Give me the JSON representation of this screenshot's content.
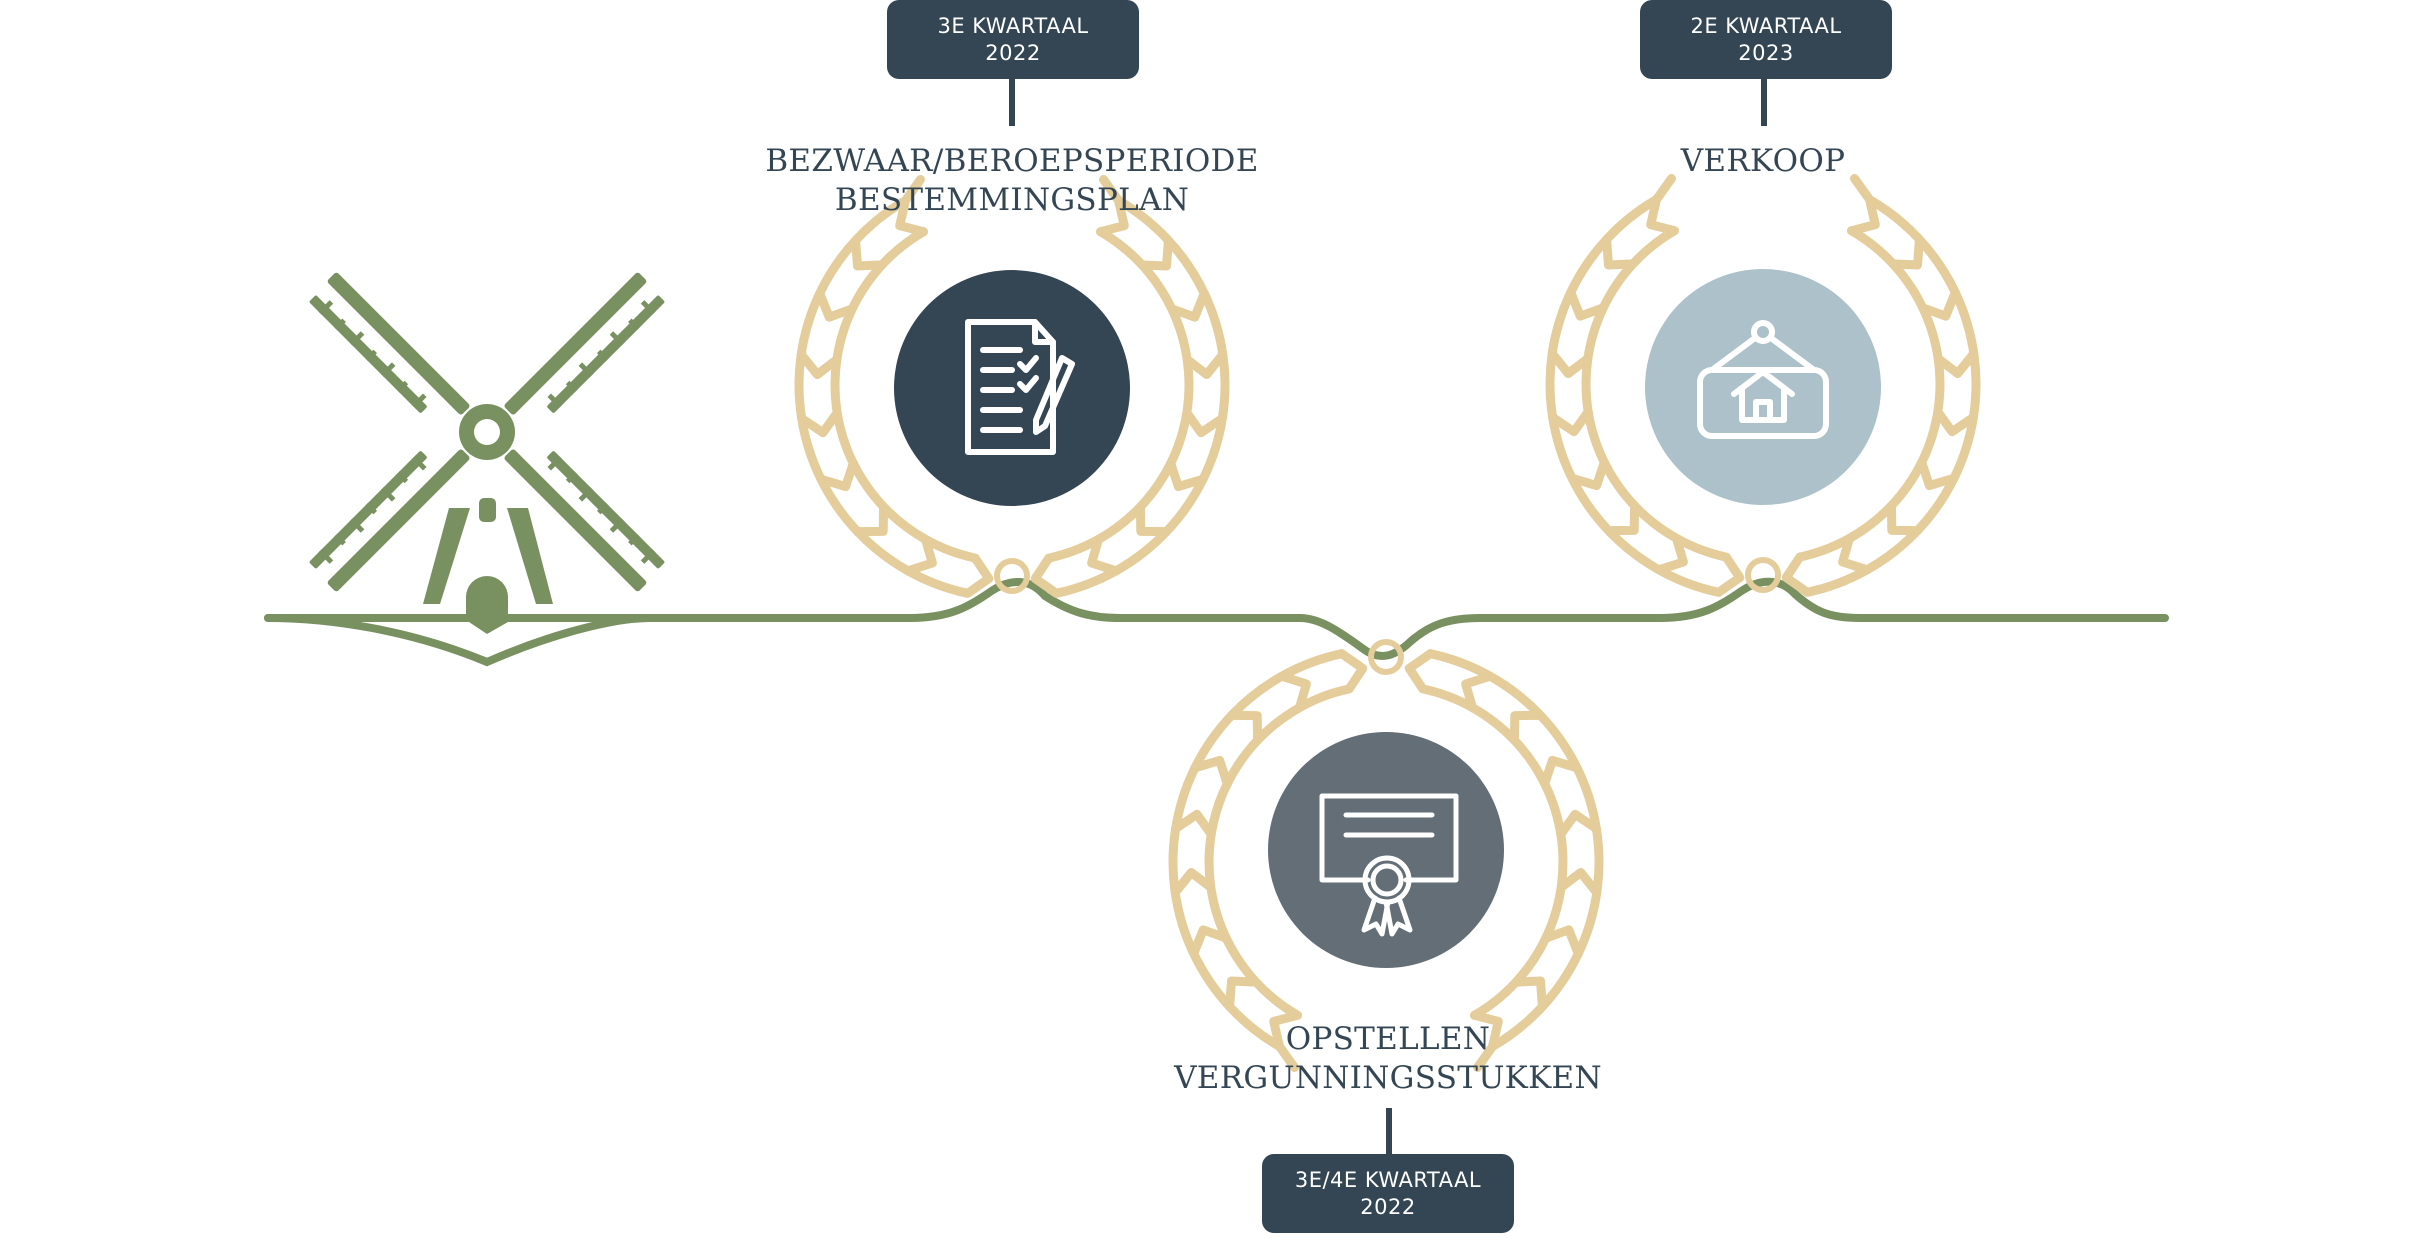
{
  "milestones": [
    {
      "period_line1": "3E KWARTAAL",
      "period_line2": "2022",
      "title_line1": "BEZWAAR/BEROEPSPERIODE",
      "title_line2": "BESTEMMINGSPLAN",
      "icon": "document-checklist-pen-icon",
      "circle_color": "#344654"
    },
    {
      "period_line1": "3E/4E KWARTAAL",
      "period_line2": "2022",
      "title_line1": "OPSTELLEN",
      "title_line2": "VERGUNNINGSSTUKKEN",
      "icon": "certificate-icon",
      "circle_color": "#636e76"
    },
    {
      "period_line1": "2E KWARTAAL",
      "period_line2": "2023",
      "title_line1": "VERKOOP",
      "title_line2": "",
      "icon": "house-sign-icon",
      "circle_color": "#adc1ca"
    }
  ],
  "colors": {
    "timeline_green": "#799160",
    "wheat": "#e4cd9b",
    "navy": "#344654"
  },
  "decorations": [
    "windmill-icon",
    "wheat-wreath-icon"
  ]
}
